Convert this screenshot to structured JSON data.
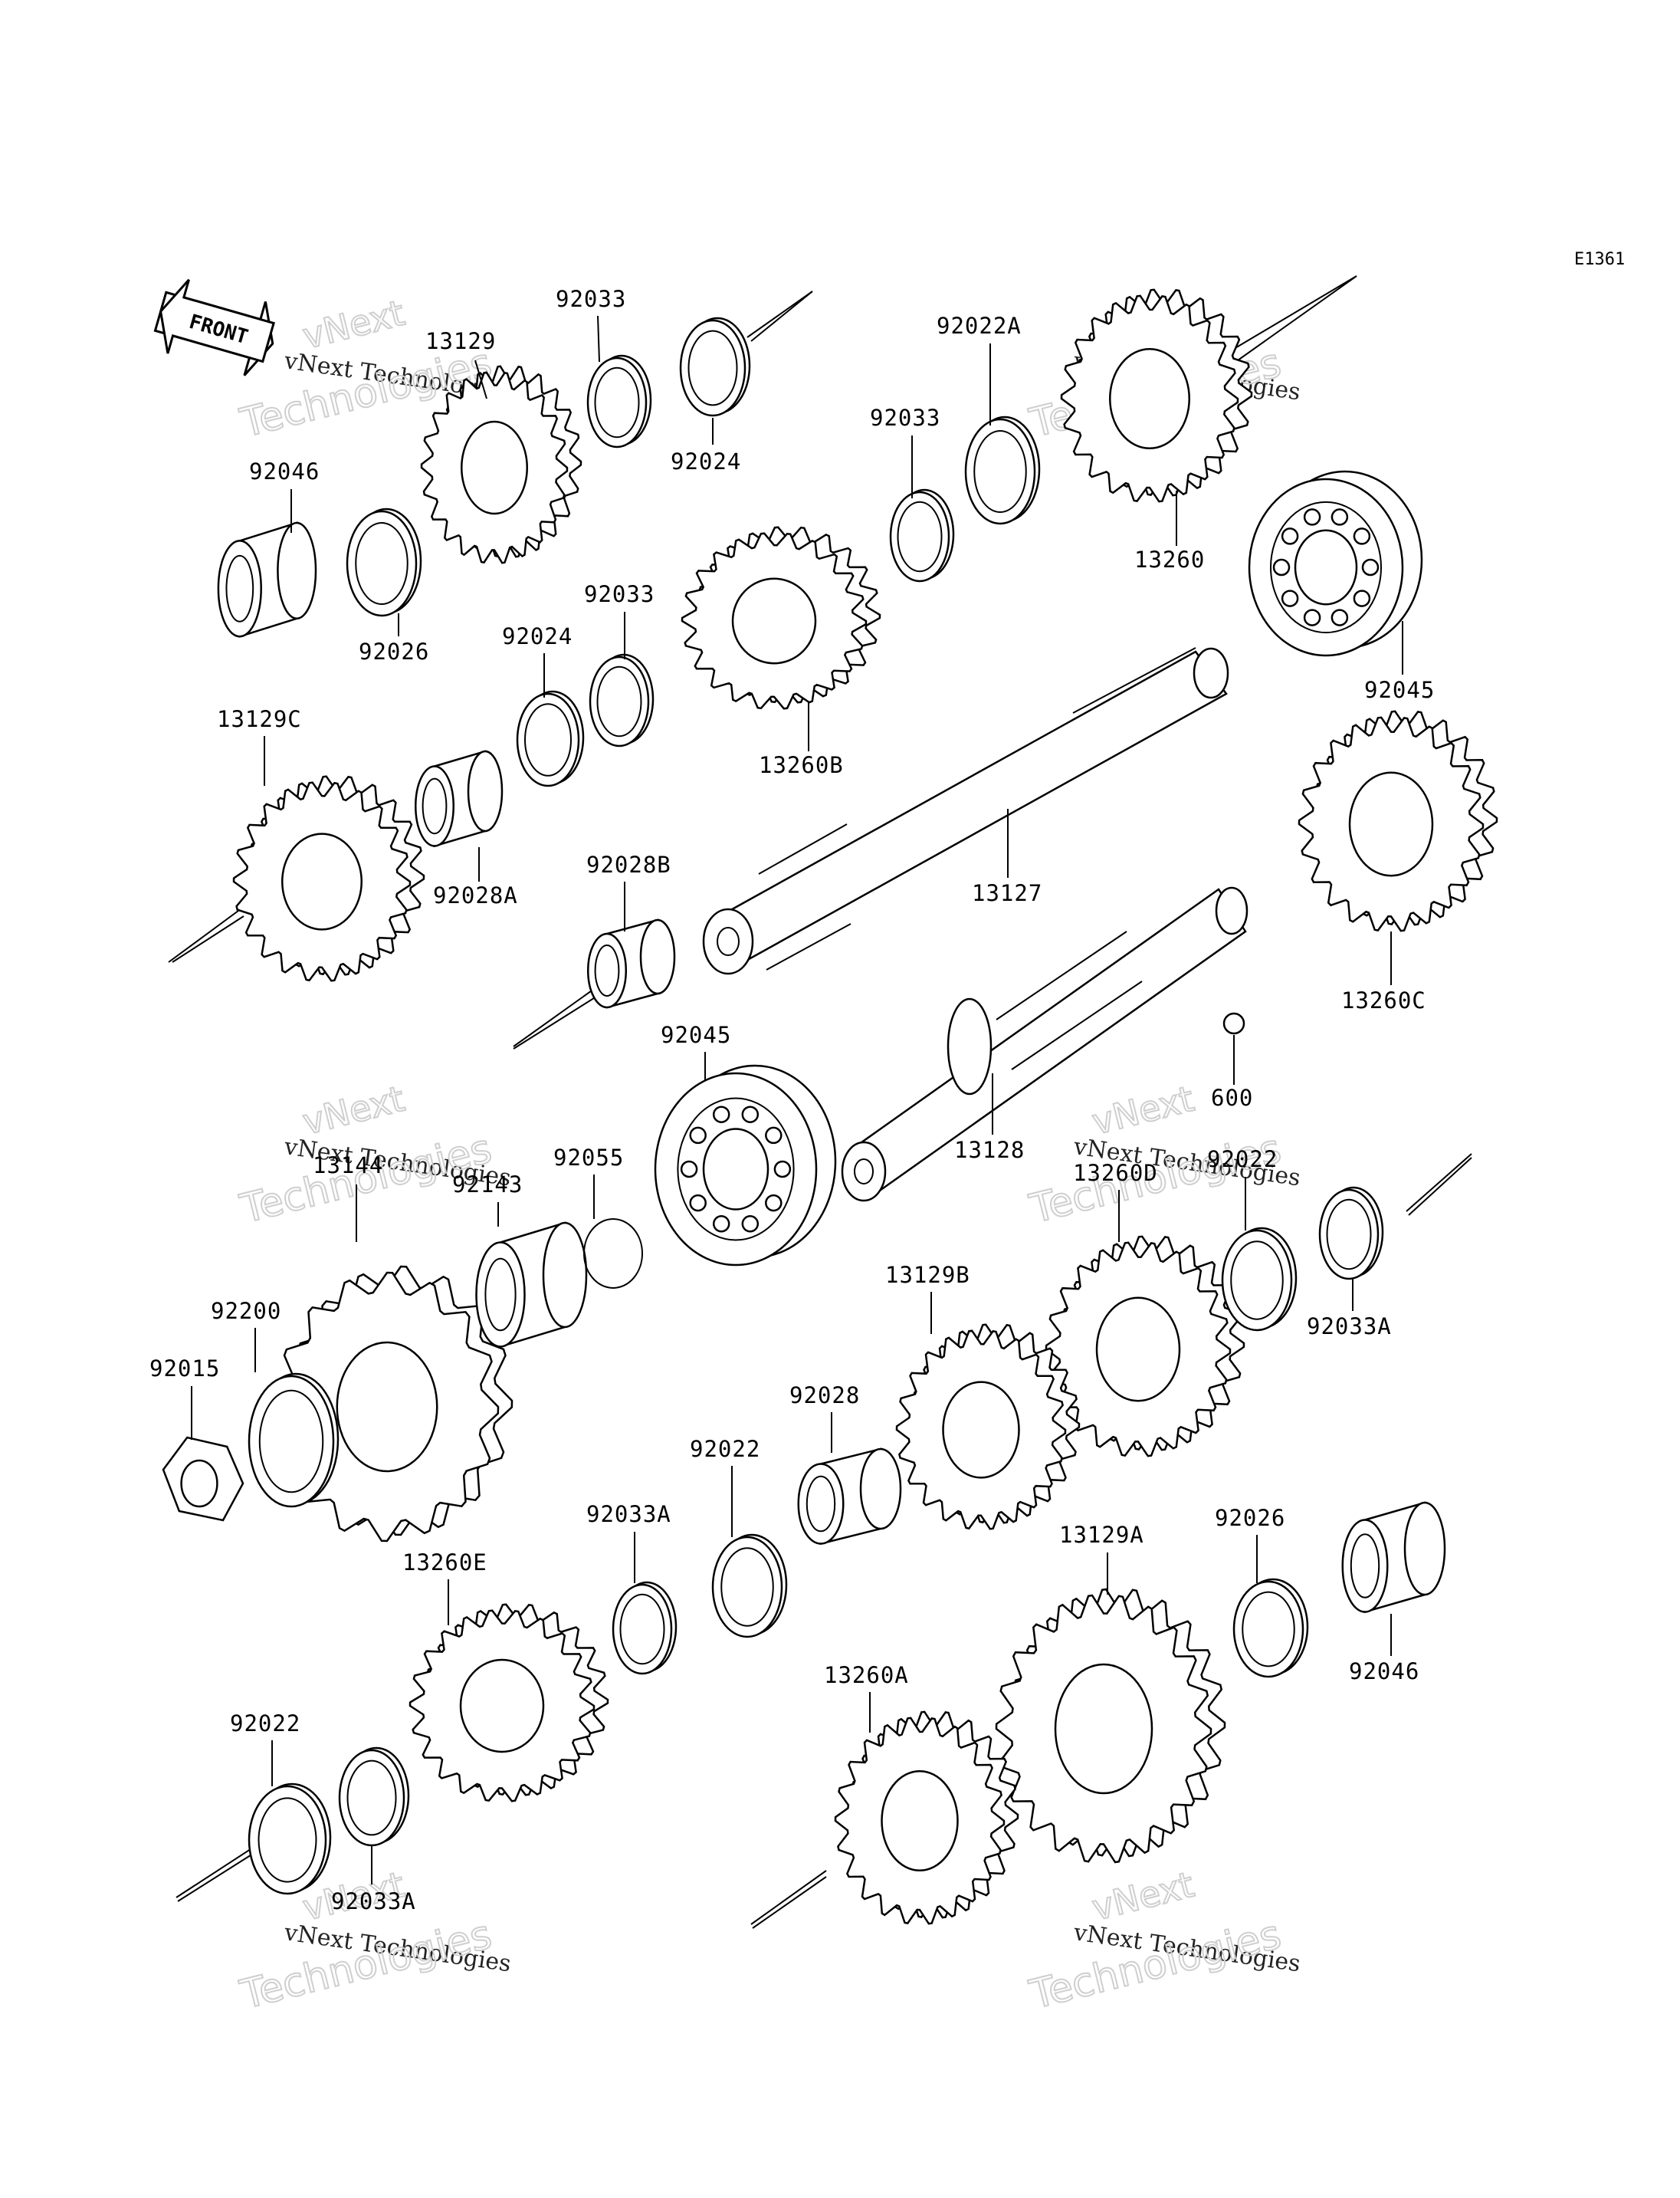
{
  "diagram": {
    "code": "E1361",
    "front_label": "FRONT",
    "watermark": {
      "company": "vNext Technologies",
      "line1": "vNext",
      "line2": "Technologies"
    },
    "parts": [
      {
        "id": "p13129",
        "label": "13129",
        "kind": "gear"
      },
      {
        "id": "p92033a",
        "label": "92033",
        "kind": "circlip"
      },
      {
        "id": "p92024a",
        "label": "92024",
        "kind": "washer"
      },
      {
        "id": "p92046a",
        "label": "92046",
        "kind": "collar"
      },
      {
        "id": "p92026a",
        "label": "92026",
        "kind": "washer"
      },
      {
        "id": "p92022A",
        "label": "92022A",
        "kind": "washer"
      },
      {
        "id": "p92033b",
        "label": "92033",
        "kind": "circlip"
      },
      {
        "id": "p13260",
        "label": "13260",
        "kind": "gear"
      },
      {
        "id": "p92033c",
        "label": "92033",
        "kind": "circlip"
      },
      {
        "id": "p92024b",
        "label": "92024",
        "kind": "washer"
      },
      {
        "id": "p13260B",
        "label": "13260B",
        "kind": "gear"
      },
      {
        "id": "p92045a",
        "label": "92045",
        "kind": "bearing"
      },
      {
        "id": "p13129C",
        "label": "13129C",
        "kind": "gear"
      },
      {
        "id": "p92028A",
        "label": "92028A",
        "kind": "bushing"
      },
      {
        "id": "p13127",
        "label": "13127",
        "kind": "shaft"
      },
      {
        "id": "p13260C",
        "label": "13260C",
        "kind": "gear"
      },
      {
        "id": "p92028B",
        "label": "92028B",
        "kind": "collar"
      },
      {
        "id": "p92045b",
        "label": "92045",
        "kind": "bearing"
      },
      {
        "id": "p600",
        "label": "600",
        "kind": "ball"
      },
      {
        "id": "p13128",
        "label": "13128",
        "kind": "shaft"
      },
      {
        "id": "p13144",
        "label": "13144",
        "kind": "sprocket"
      },
      {
        "id": "p92143",
        "label": "92143",
        "kind": "collar"
      },
      {
        "id": "p92055",
        "label": "92055",
        "kind": "o-ring"
      },
      {
        "id": "p13260D",
        "label": "13260D",
        "kind": "gear"
      },
      {
        "id": "p92022a",
        "label": "92022",
        "kind": "washer"
      },
      {
        "id": "p92033Aa",
        "label": "92033A",
        "kind": "circlip"
      },
      {
        "id": "p92200",
        "label": "92200",
        "kind": "lock-washer"
      },
      {
        "id": "p92015",
        "label": "92015",
        "kind": "nut"
      },
      {
        "id": "p13129B",
        "label": "13129B",
        "kind": "gear"
      },
      {
        "id": "p92028",
        "label": "92028",
        "kind": "bushing"
      },
      {
        "id": "p92022b",
        "label": "92022",
        "kind": "washer"
      },
      {
        "id": "p92033Ab",
        "label": "92033A",
        "kind": "circlip"
      },
      {
        "id": "p13129A",
        "label": "13129A",
        "kind": "gear"
      },
      {
        "id": "p92026b",
        "label": "92026",
        "kind": "washer"
      },
      {
        "id": "p92046b",
        "label": "92046",
        "kind": "collar"
      },
      {
        "id": "p13260E",
        "label": "13260E",
        "kind": "gear"
      },
      {
        "id": "p92022c",
        "label": "92022",
        "kind": "washer"
      },
      {
        "id": "p92033Ac",
        "label": "92033A",
        "kind": "circlip"
      },
      {
        "id": "p13260A",
        "label": "13260A",
        "kind": "gear"
      }
    ]
  }
}
